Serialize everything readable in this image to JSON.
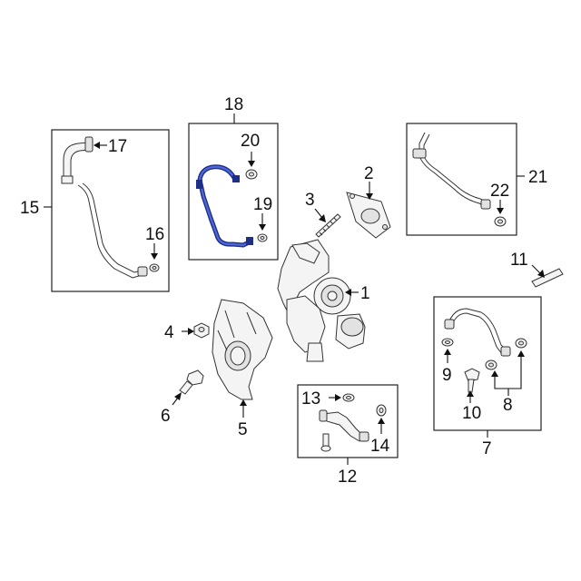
{
  "callouts": {
    "c1": "1",
    "c2": "2",
    "c3": "3",
    "c4": "4",
    "c5": "5",
    "c6": "6",
    "c7": "7",
    "c8": "8",
    "c9": "9",
    "c10": "10",
    "c11": "11",
    "c12": "12",
    "c13": "13",
    "c14": "14",
    "c15": "15",
    "c16": "16",
    "c17": "17",
    "c18": "18",
    "c19": "19",
    "c20": "20",
    "c21": "21",
    "c22": "22"
  },
  "colors": {
    "highlight": "#2c3f9e",
    "line": "#222222",
    "background": "#ffffff"
  }
}
